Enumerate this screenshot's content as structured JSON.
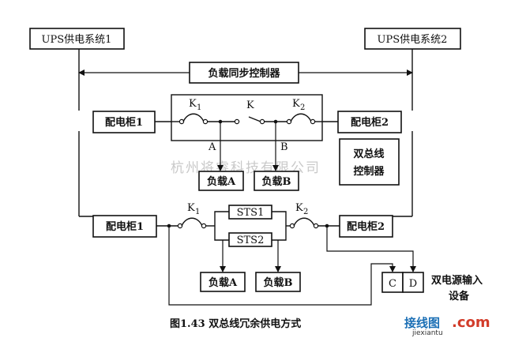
{
  "ups1": "UPS供电系统1",
  "ups2": "UPS供电系统2",
  "sync_controller": "负载同步控制器",
  "top": {
    "cabinet1": "配电柜1",
    "cabinet2": "配电柜2",
    "k1": "K",
    "k1_sub": "1",
    "k": "K",
    "k2": "K",
    "k2_sub": "2",
    "tap_a": "A",
    "tap_b": "B",
    "load_a": "负载A",
    "load_b": "负载B"
  },
  "dual_bus_controller": {
    "line1": "双总线",
    "line2": "控制器"
  },
  "bottom": {
    "cabinet1": "配电柜1",
    "cabinet2": "配电柜2",
    "k1": "K",
    "k1_sub": "1",
    "k2": "K",
    "k2_sub": "2",
    "sts1": "STS1",
    "sts2": "STS2",
    "load_a": "负载A",
    "load_b": "负载B"
  },
  "device": {
    "c": "C",
    "d": "D",
    "line1": "双电源输入",
    "line2": "设备"
  },
  "watermark": "杭州将睿科技有限公司",
  "caption": "图1.43   双总线冗余供电方式",
  "logo": {
    "text": "接线图",
    "dot": ".com",
    "sub": "jiexiantu"
  }
}
